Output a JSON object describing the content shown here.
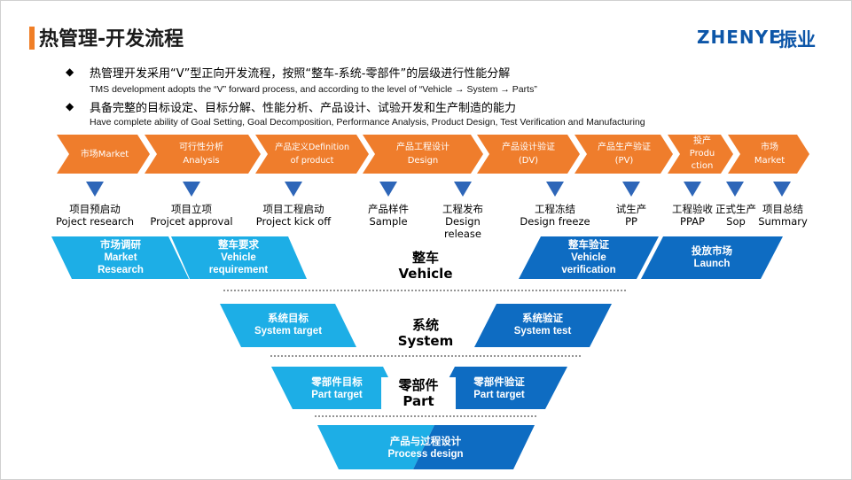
{
  "title": "热管理-开发流程",
  "logo": {
    "en": "ZHENYE",
    "cn": "振业"
  },
  "bullets": [
    {
      "cn": "热管理开发采用“V”型正向开发流程，按照“整车-系统-零部件”的层级进行性能分解",
      "en": "TMS development adopts the “V” forward process, and according to the level of “Vehicle → System → Parts”"
    },
    {
      "cn": "具备完整的目标设定、目标分解、性能分析、产品设计、试验开发和生产制造的能力",
      "en": "Have complete ability of Goal Setting, Goal Decomposition, Performance Analysis, Product Design, Test Verification and Manufacturing"
    }
  ],
  "phases": [
    {
      "l1": "市场Market",
      "l2": ""
    },
    {
      "l1": "可行性分析",
      "l2": "Analysis"
    },
    {
      "l1": "产品定义Definition",
      "l2": "of product"
    },
    {
      "l1": "产品工程设计",
      "l2": "Design"
    },
    {
      "l1": "产品设计验证",
      "l2": "(DV)"
    },
    {
      "l1": "产品生产验证",
      "l2": "(PV)"
    },
    {
      "l1": "投产",
      "l2": "Produ",
      "l3": "ction"
    },
    {
      "l1": "市场",
      "l2": "Market"
    }
  ],
  "milestones": [
    {
      "cn": "项目预启动",
      "en": "Poject research"
    },
    {
      "cn": "项目立项",
      "en": "Projcet approval"
    },
    {
      "cn": "项目工程启动",
      "en": "Project kick off"
    },
    {
      "cn": "产品样件",
      "en": "Sample"
    },
    {
      "cn": "工程发布",
      "en": "Design release"
    },
    {
      "cn": "工程冻结",
      "en": "Design freeze"
    },
    {
      "cn": "试生产",
      "en": "PP"
    },
    {
      "cn": "工程验收",
      "en": "PPAP"
    },
    {
      "cn": "正式生产",
      "en": "Sop"
    },
    {
      "cn": "项目总结",
      "en": "Summary"
    }
  ],
  "levels": {
    "vehicle": {
      "cn": "整车",
      "en": "Vehicle"
    },
    "system": {
      "cn": "系统",
      "en": "System"
    },
    "part": {
      "cn": "零部件",
      "en": "Part"
    }
  },
  "v_blocks": {
    "market_research": {
      "cn": "市场调研",
      "en1": "Market",
      "en2": "Research"
    },
    "vehicle_requirement": {
      "cn": "整车要求",
      "en1": "Vehicle",
      "en2": "requirement"
    },
    "vehicle_verification": {
      "cn": "整车验证",
      "en1": "Vehicle",
      "en2": "verification"
    },
    "launch": {
      "cn": "投放市场",
      "en1": "Launch"
    },
    "system_target": {
      "cn": "系统目标",
      "en1": "System target"
    },
    "system_test": {
      "cn": "系统验证",
      "en1": "System test"
    },
    "part_target": {
      "cn": "零部件目标",
      "en1": "Part target"
    },
    "part_verification": {
      "cn": "零部件验证",
      "en1": "Part target"
    },
    "process_design": {
      "cn": "产品与过程设计",
      "en1": "Process design"
    }
  },
  "colors": {
    "accent": "#f07e26",
    "phase_orange": "#ef7d2c",
    "marker_blue": "#2e66b8",
    "left_cyan": "#1daee6",
    "right_blue": "#0e6cc2",
    "brand": "#0d56a8"
  }
}
